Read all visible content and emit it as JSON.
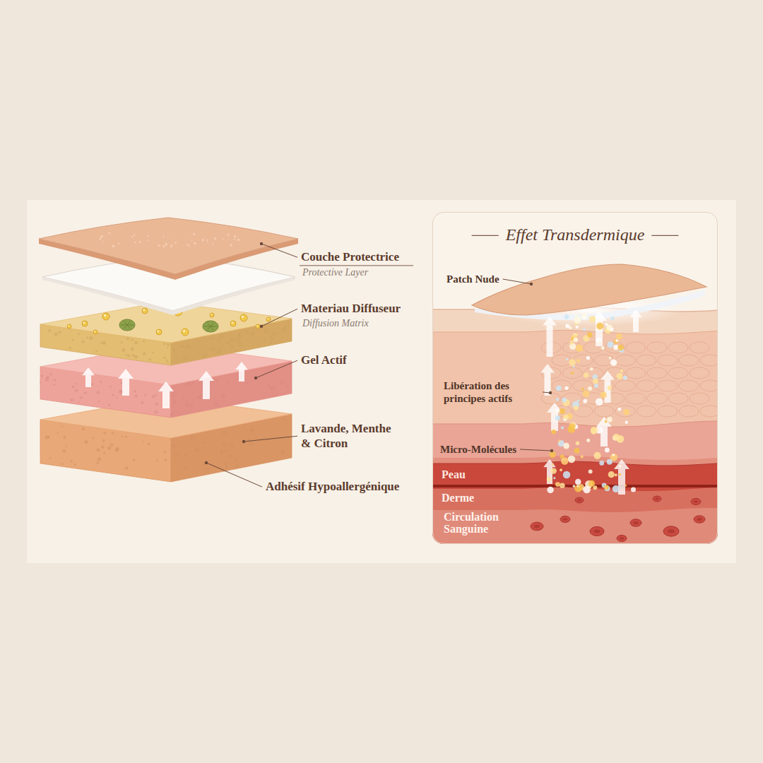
{
  "diagram": {
    "nodes": [
      {
        "text": [
          "Effet Transdermique"
        ]
      }
    ],
    "labels": [
      "Couche Protectrice",
      "Protective Layer",
      "Materiau Diffuseur",
      "Diffusion Matrix",
      "Gel Actif",
      "Lavande, Menthe & Citron",
      "Adhésif Hypoallergénique",
      "Patch Nude",
      "Libération des principes actifs",
      "Micro-Molécules",
      "Peau",
      "Derme",
      "Circulation Sanguine"
    ]
  }
}
